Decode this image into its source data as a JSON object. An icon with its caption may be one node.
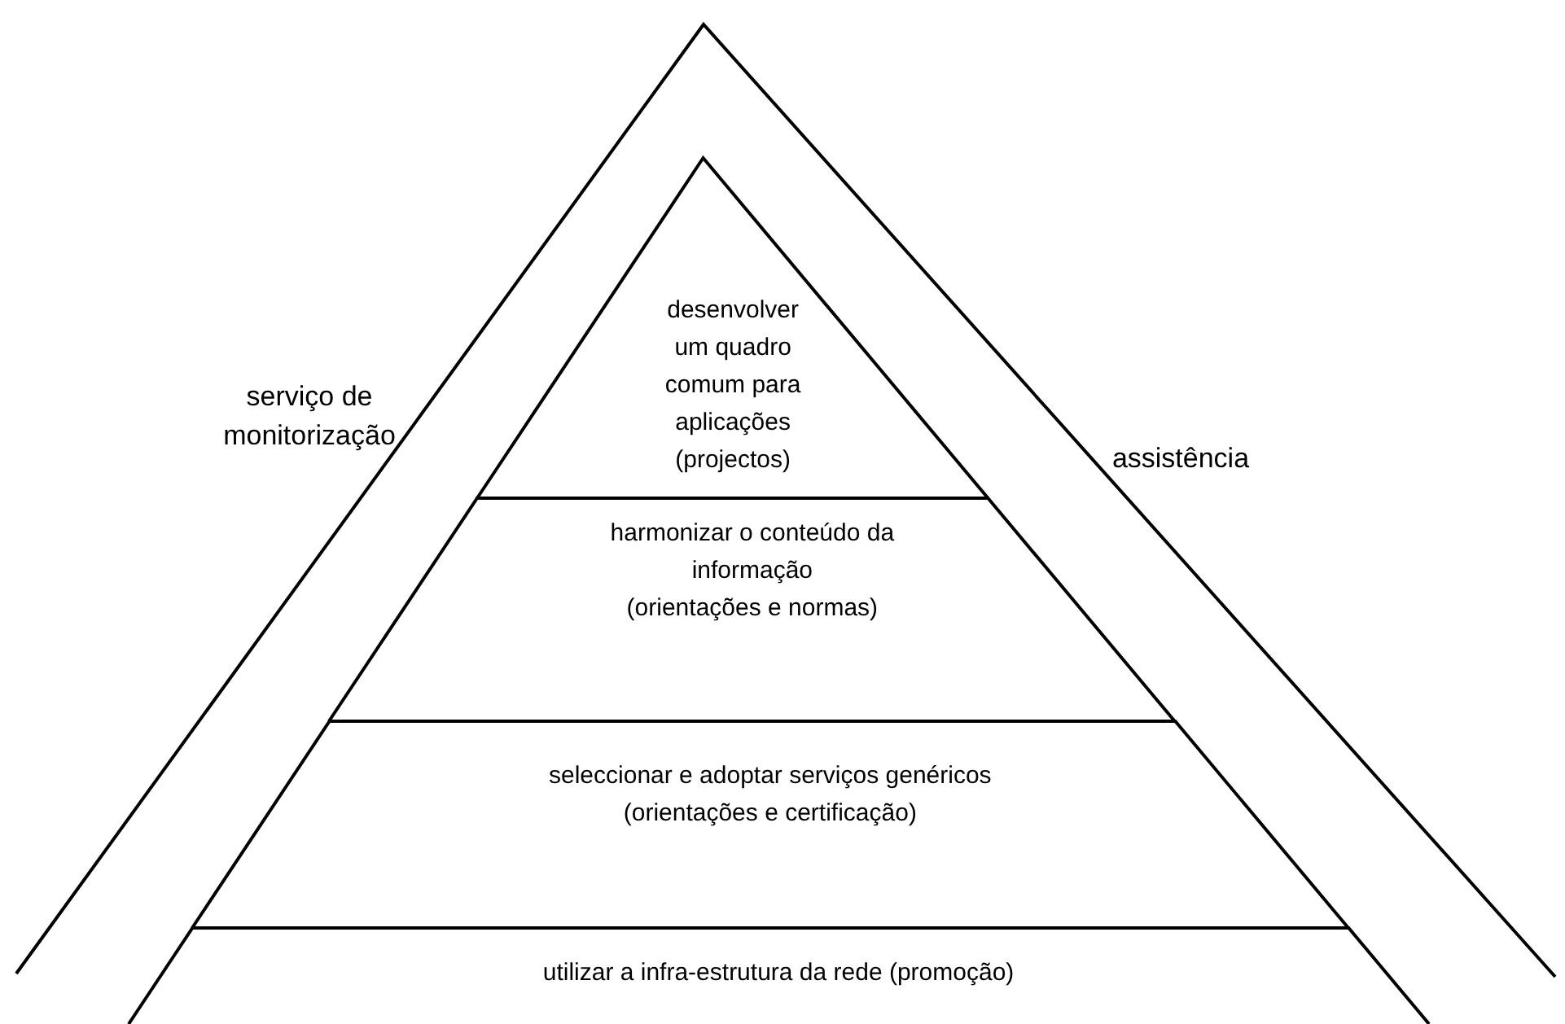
{
  "diagram": {
    "nodes": [
      {
        "text": [
          "serviço de monitorização",
          "assistência"
        ]
      },
      {
        "text": [
          "desenvolver um quadro comum para aplicações",
          "(projectos)"
        ],
        "in": 0
      },
      {
        "text": [
          "harmonizar o conteúdo da informação",
          "(orientações e normas)"
        ],
        "in": 0
      },
      {
        "text": [
          "seleccionar e adoptar serviços genéricos",
          "(orientações e certificação)"
        ],
        "in": 0
      },
      {
        "text": [
          "utilizar a infra-estrutura da rede (promoção)"
        ],
        "in": 0
      }
    ],
    "edges": []
  }
}
